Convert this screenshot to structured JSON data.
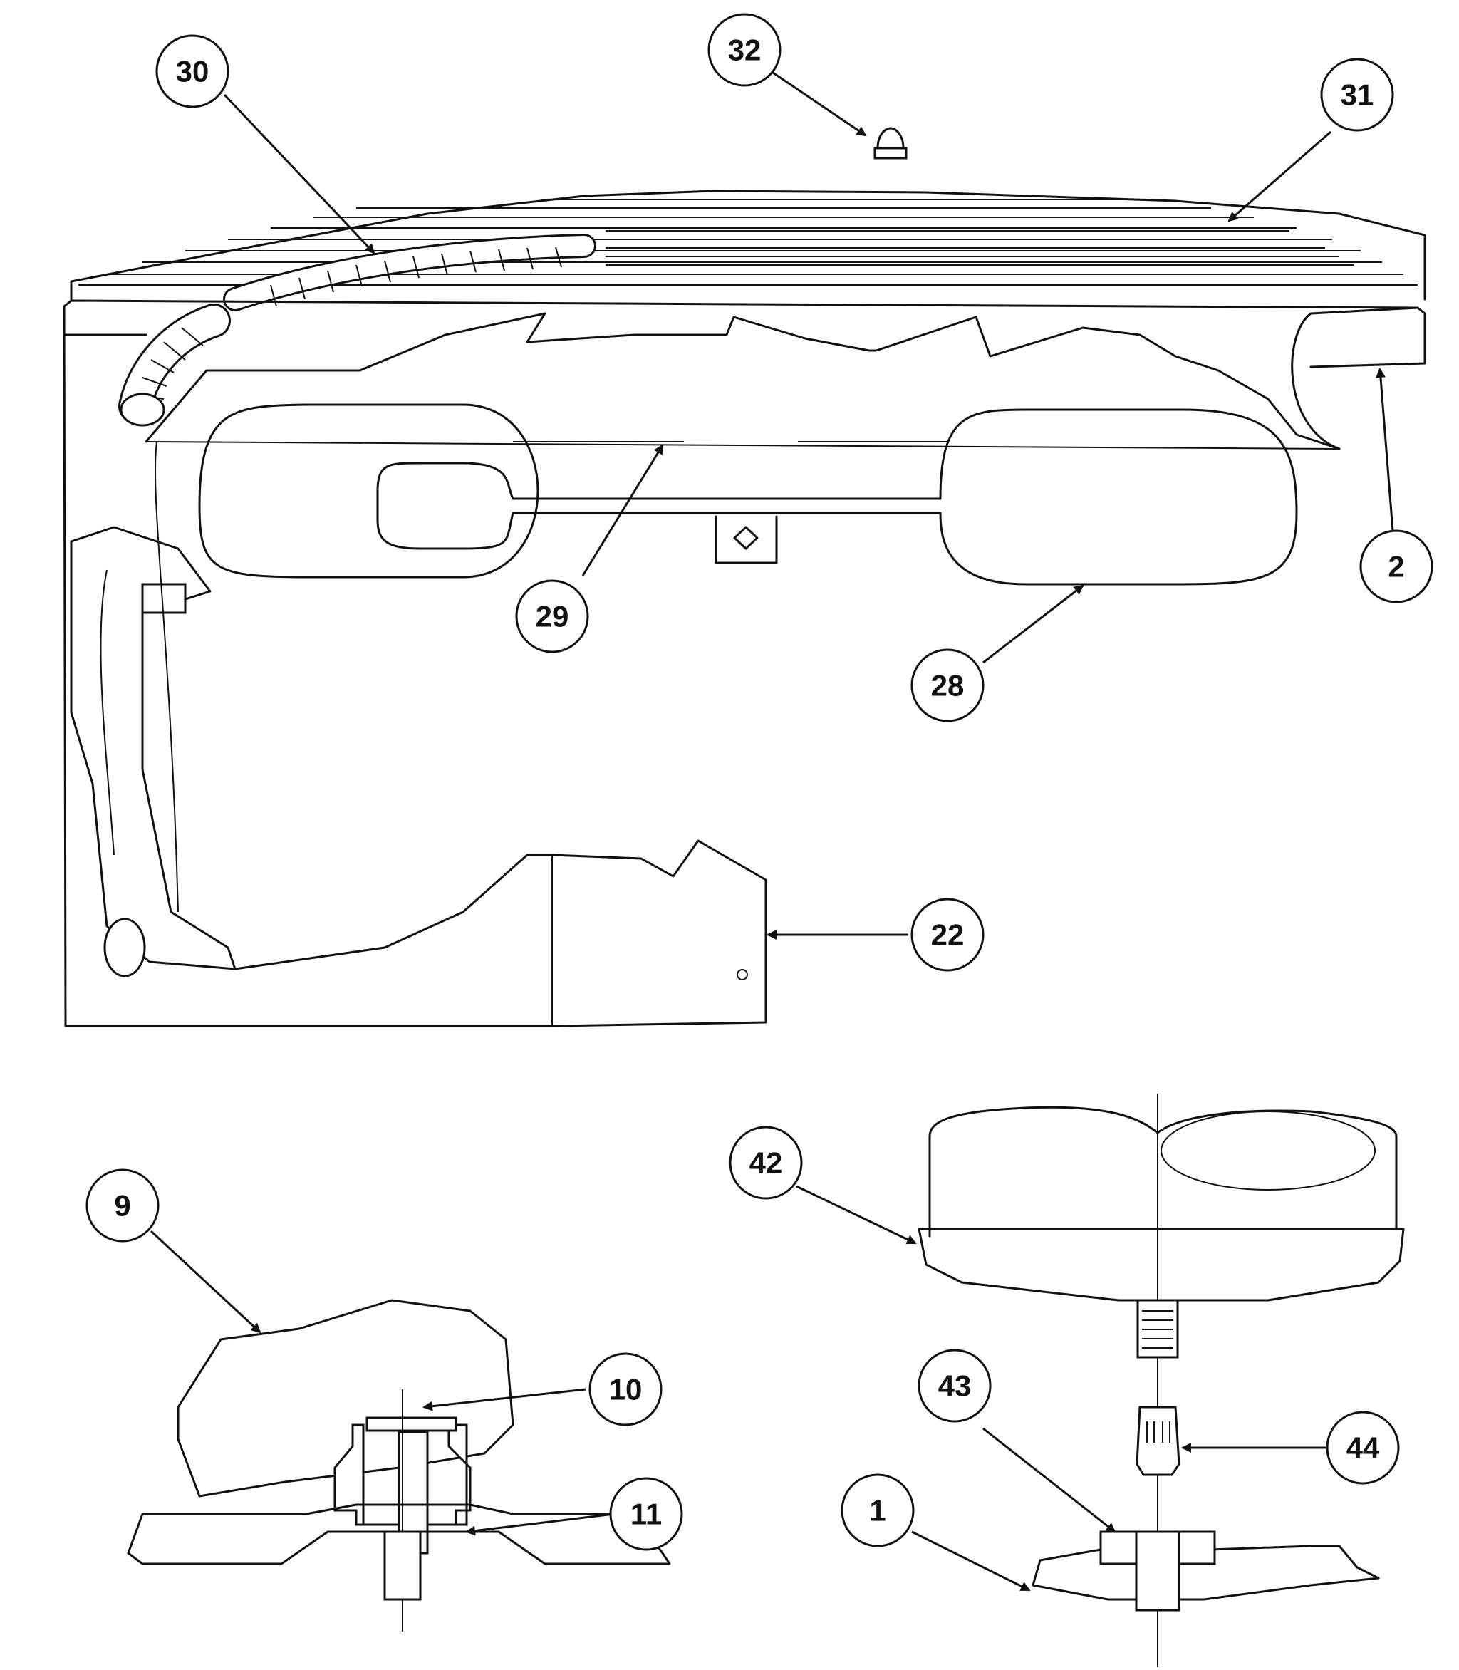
{
  "callouts": [
    {
      "id": "c30",
      "label": "30"
    },
    {
      "id": "c32",
      "label": "32"
    },
    {
      "id": "c31",
      "label": "31"
    },
    {
      "id": "c2",
      "label": "2"
    },
    {
      "id": "c29",
      "label": "29"
    },
    {
      "id": "c28",
      "label": "28"
    },
    {
      "id": "c22",
      "label": "22"
    },
    {
      "id": "c9",
      "label": "9"
    },
    {
      "id": "c10",
      "label": "10"
    },
    {
      "id": "c11",
      "label": "11"
    },
    {
      "id": "c42",
      "label": "42"
    },
    {
      "id": "c43",
      "label": "43"
    },
    {
      "id": "c44",
      "label": "44"
    },
    {
      "id": "c1",
      "label": "1"
    }
  ]
}
